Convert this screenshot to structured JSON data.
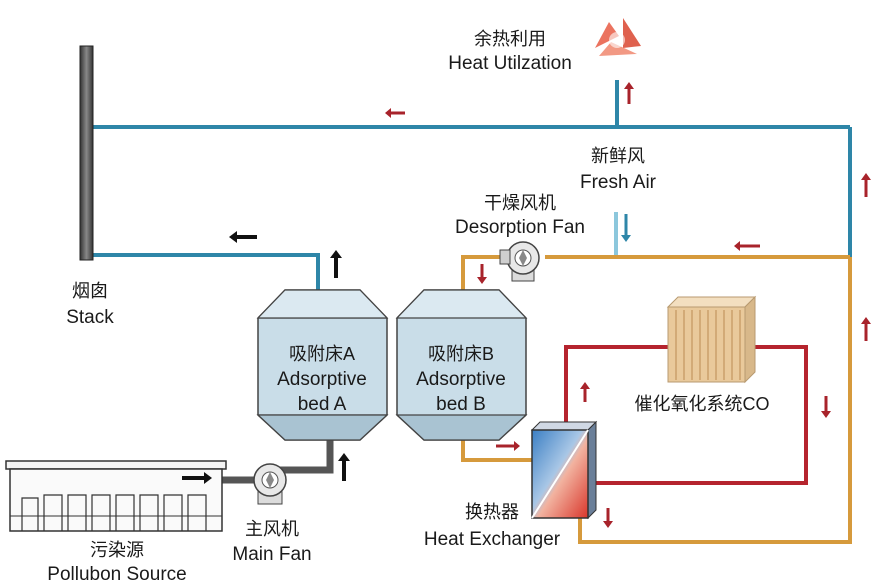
{
  "labels": {
    "heat_utilization_zh": "余热利用",
    "heat_utilization_en": "Heat Utilzation",
    "fresh_air_zh": "新鲜风",
    "fresh_air_en": "Fresh Air",
    "desorption_fan_zh": "干燥风机",
    "desorption_fan_en": "Desorption Fan",
    "stack_zh": "烟囱",
    "stack_en": "Stack",
    "bed_a_zh": "吸附床A",
    "bed_a_en1": "Adsorptive",
    "bed_a_en2": "bed A",
    "bed_b_zh": "吸附床B",
    "bed_b_en1": "Adsorptive",
    "bed_b_en2": "bed B",
    "catalytic_zh": "催化氧化系统CO",
    "heat_exchanger_zh": "换热器",
    "heat_exchanger_en": "Heat Exchanger",
    "main_fan_zh": "主风机",
    "main_fan_en": "Main Fan",
    "pollution_zh": "污染源",
    "pollution_en": "Pollubon Source"
  },
  "colors": {
    "blue_pipe": "#2e86a8",
    "orange_pipe": "#d69a3c",
    "red_pipe": "#b5242e",
    "arrow_red": "#a8232b",
    "arrow_blue": "#2e86a8",
    "arrow_black": "#111111",
    "bed_fill": "#c9dde8",
    "stack_fill": "#555555"
  }
}
